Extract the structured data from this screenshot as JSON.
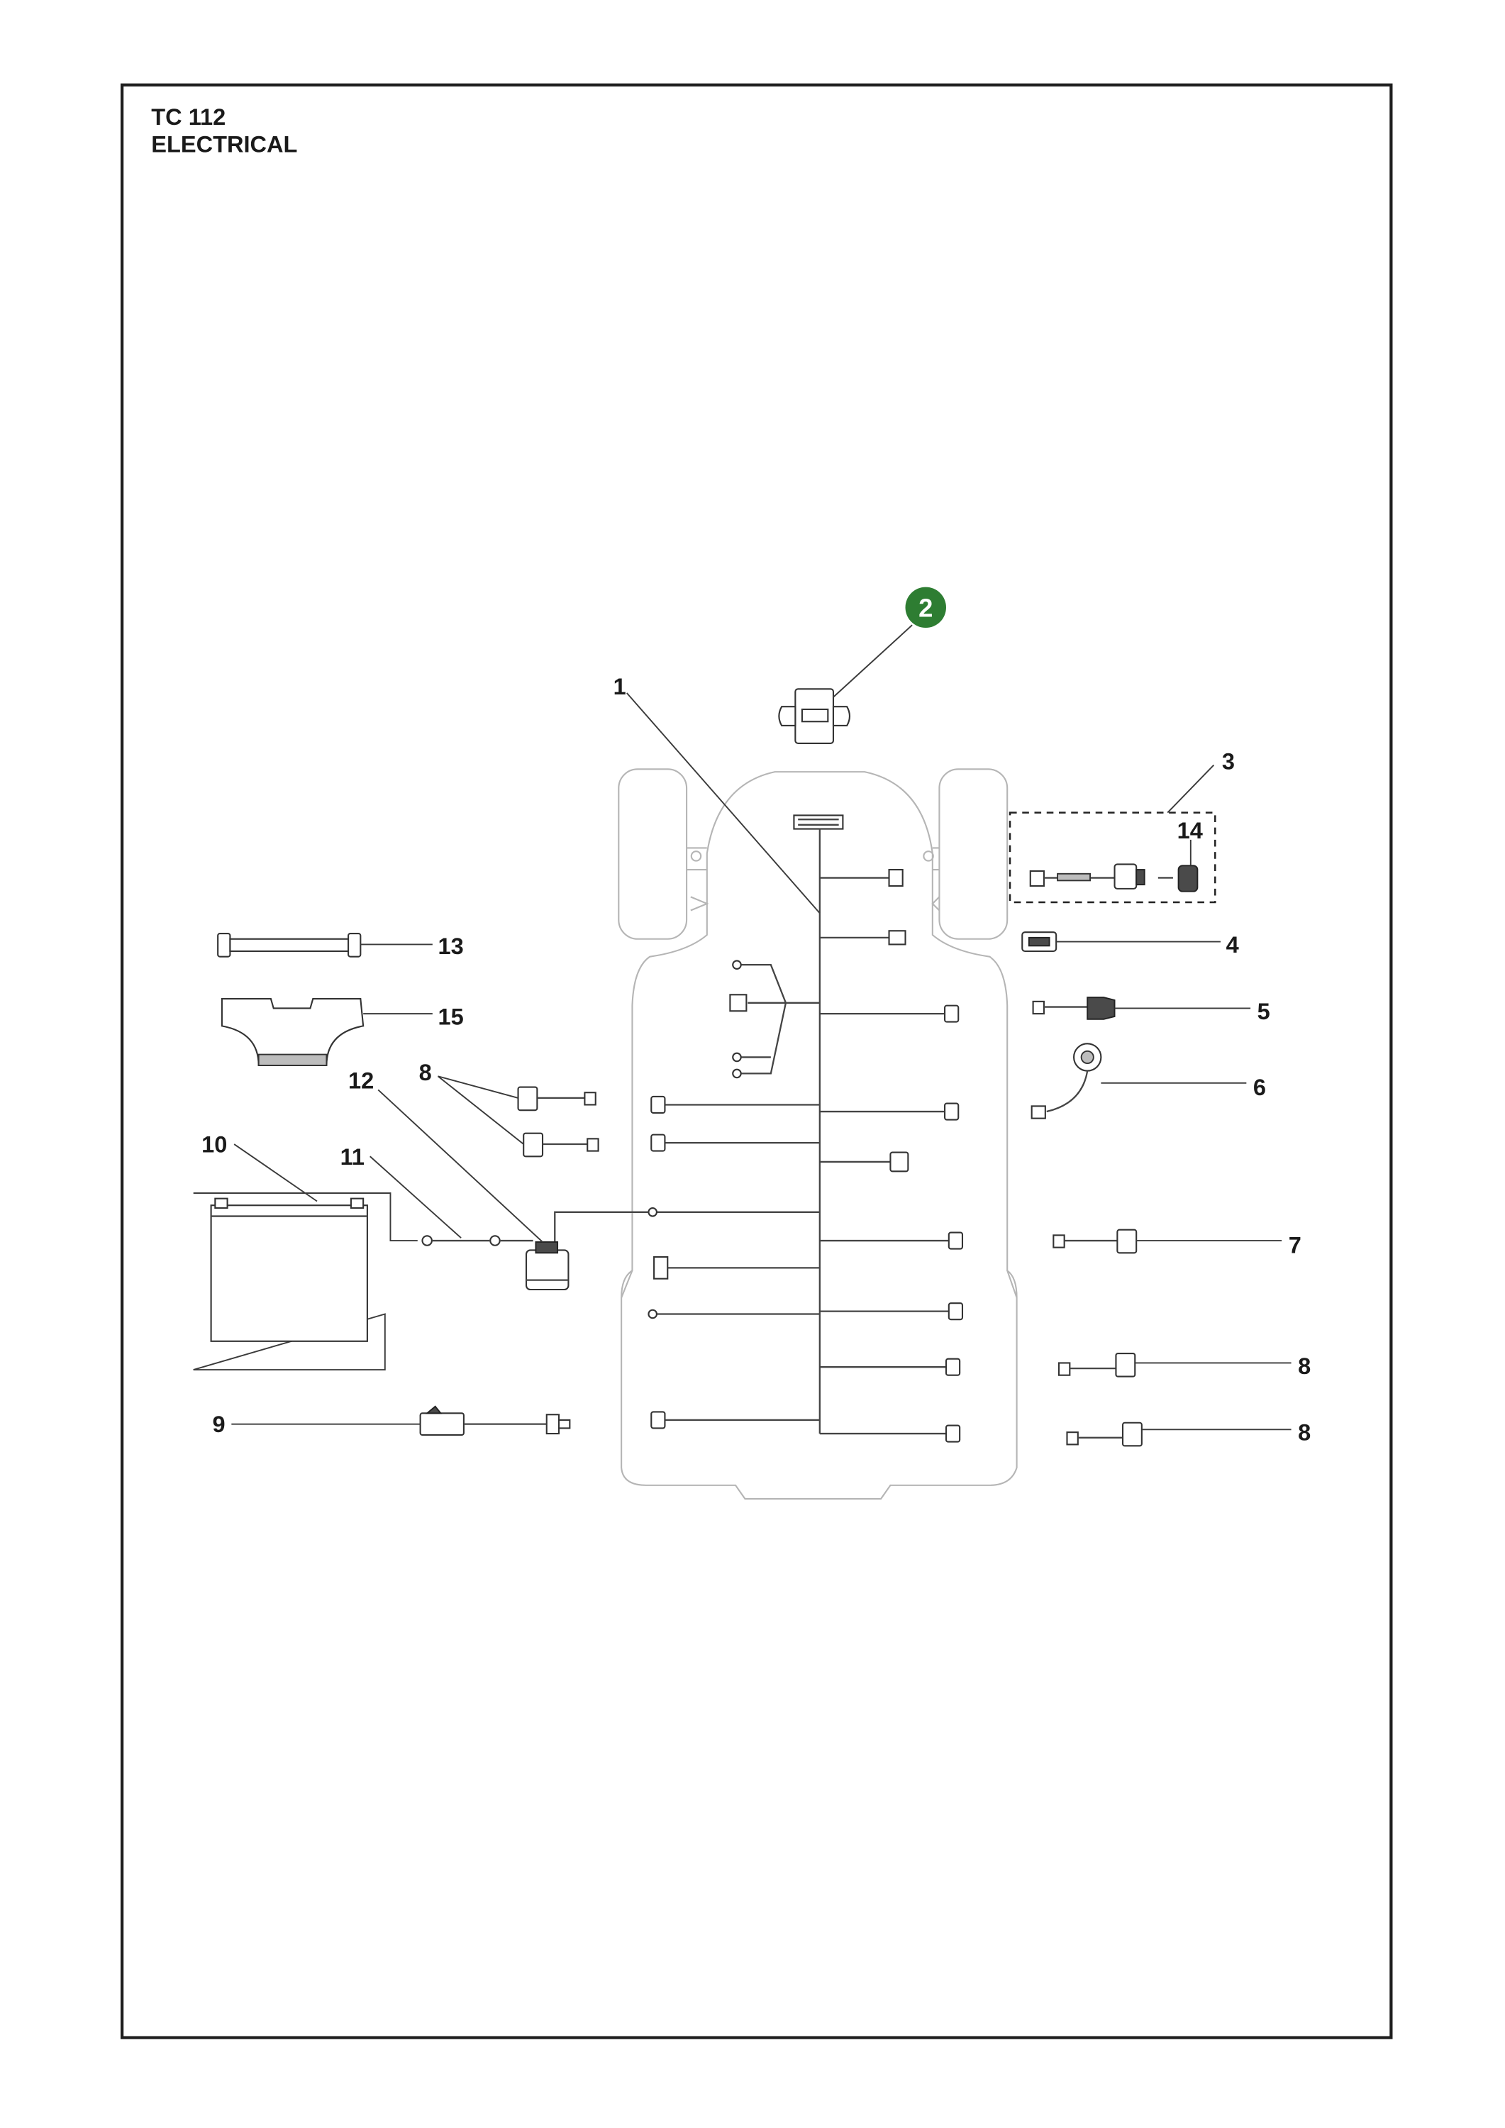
{
  "title": {
    "model": "TC 112",
    "section": "ELECTRICAL"
  },
  "highlight_color": "#2e7d32",
  "callouts": {
    "c1": "1",
    "c2": "2",
    "c3": "3",
    "c4": "4",
    "c5": "5",
    "c6": "6",
    "c7": "7",
    "c8a": "8",
    "c8b": "8",
    "c8c": "8",
    "c9": "9",
    "c10": "10",
    "c11": "11",
    "c12": "12",
    "c13": "13",
    "c14": "14",
    "c15": "15"
  }
}
